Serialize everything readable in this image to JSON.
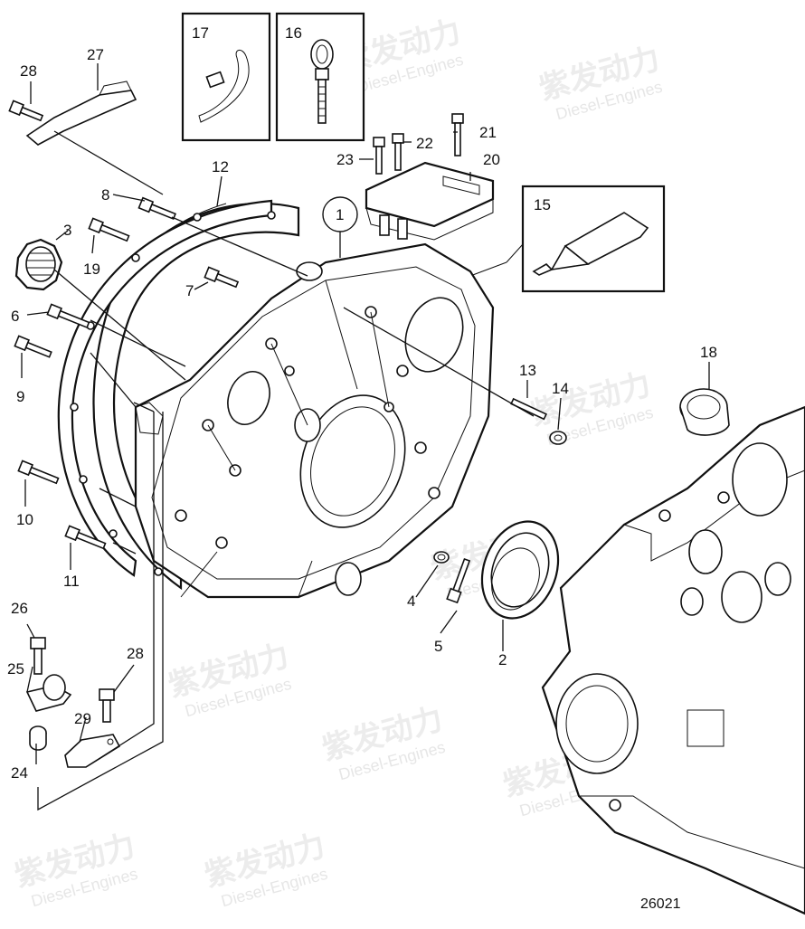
{
  "watermark": {
    "brand": "紫发动力",
    "subtitle": "Diesel-Engines"
  },
  "figure_number": "26021",
  "callouts": [
    {
      "id": "c1",
      "text": "1"
    },
    {
      "id": "c2",
      "text": "2"
    },
    {
      "id": "c3",
      "text": "3"
    },
    {
      "id": "c4",
      "text": "4"
    },
    {
      "id": "c5",
      "text": "5"
    },
    {
      "id": "c6",
      "text": "6"
    },
    {
      "id": "c7",
      "text": "7"
    },
    {
      "id": "c8",
      "text": "8"
    },
    {
      "id": "c9",
      "text": "9"
    },
    {
      "id": "c10",
      "text": "10"
    },
    {
      "id": "c11",
      "text": "11"
    },
    {
      "id": "c12",
      "text": "12"
    },
    {
      "id": "c13",
      "text": "13"
    },
    {
      "id": "c14",
      "text": "14"
    },
    {
      "id": "c15",
      "text": "15"
    },
    {
      "id": "c16",
      "text": "16"
    },
    {
      "id": "c17",
      "text": "17"
    },
    {
      "id": "c18",
      "text": "18"
    },
    {
      "id": "c19",
      "text": "19"
    },
    {
      "id": "c20",
      "text": "20"
    },
    {
      "id": "c21",
      "text": "21"
    },
    {
      "id": "c22",
      "text": "22"
    },
    {
      "id": "c23",
      "text": "23"
    },
    {
      "id": "c24",
      "text": "24"
    },
    {
      "id": "c25",
      "text": "25"
    },
    {
      "id": "c26",
      "text": "26"
    },
    {
      "id": "c27",
      "text": "27"
    },
    {
      "id": "c28a",
      "text": "28"
    },
    {
      "id": "c28b",
      "text": "28"
    },
    {
      "id": "c29",
      "text": "29"
    }
  ]
}
